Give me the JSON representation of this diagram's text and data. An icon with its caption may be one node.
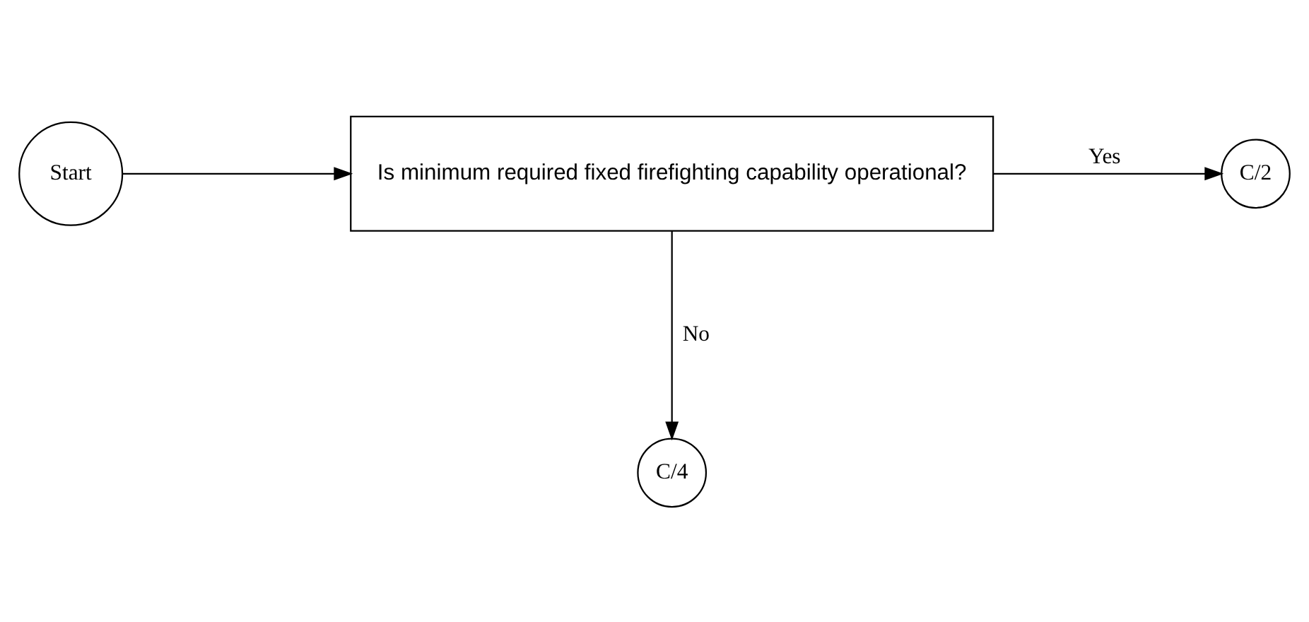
{
  "diagram": {
    "nodes": [
      {
        "text": [
          "Start"
        ]
      },
      {
        "text": [
          "Is minimum required fixed firefighting capability operational?"
        ]
      },
      {
        "text": [
          "C/2"
        ]
      },
      {
        "text": [
          "C/4"
        ]
      }
    ],
    "edges": [
      {
        "from": 0,
        "to": 1,
        "arrow": "to"
      },
      {
        "from": 1,
        "to": 2,
        "arrow": "to",
        "label": "Yes"
      },
      {
        "from": 1,
        "to": 3,
        "arrow": "to",
        "label": "No"
      }
    ]
  }
}
